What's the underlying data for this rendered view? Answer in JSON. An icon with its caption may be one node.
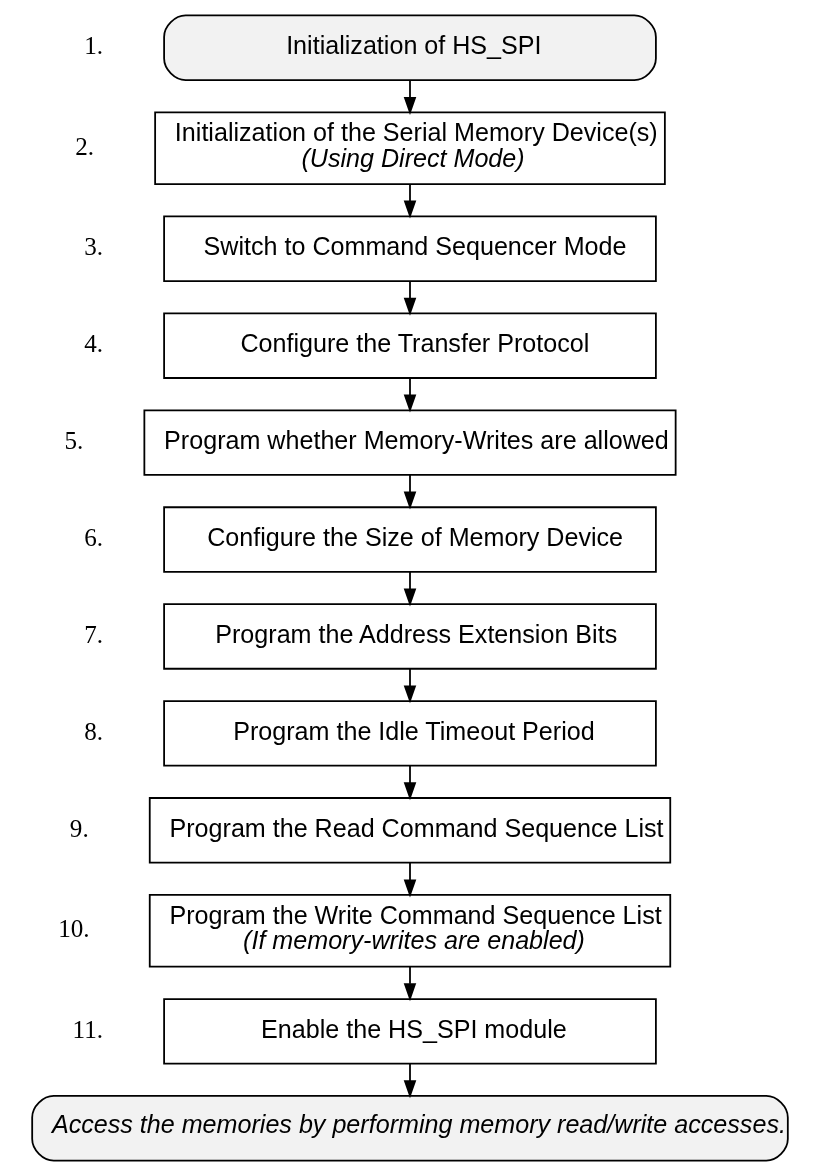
{
  "diagram": {
    "nodes": [
      {
        "text": [
          "Initialization of HS_SPI"
        ],
        "beside": [
          "1."
        ]
      },
      {
        "text": [
          "Initialization of the Serial Memory Device(s)",
          "(Using Direct Mode)"
        ],
        "beside": [
          "2."
        ]
      },
      {
        "text": [
          "Switch to Command Sequencer Mode"
        ],
        "beside": [
          "3."
        ]
      },
      {
        "text": [
          "Configure the Transfer Protocol"
        ],
        "beside": [
          "4."
        ]
      },
      {
        "text": [
          "Program whether Memory-Writes are allowed"
        ],
        "beside": [
          "5."
        ]
      },
      {
        "text": [
          "Configure the Size of Memory Device"
        ],
        "beside": [
          "6."
        ]
      },
      {
        "text": [
          "Program the Address Extension Bits"
        ],
        "beside": [
          "7."
        ]
      },
      {
        "text": [
          "Program the Idle Timeout Period"
        ],
        "beside": [
          "8."
        ]
      },
      {
        "text": [
          "Program the Read Command Sequence List"
        ],
        "beside": [
          "9."
        ]
      },
      {
        "text": [
          "Program the Write Command Sequence List",
          "(If memory-writes are enabled)"
        ],
        "beside": [
          "10."
        ]
      },
      {
        "text": [
          "Enable the HS_SPI module"
        ],
        "beside": [
          "11."
        ]
      },
      {
        "text": [
          "Access the memories by performing memory read/write accesses."
        ]
      }
    ],
    "edges": [
      {
        "from": 0,
        "to": 1,
        "arrow": "to"
      },
      {
        "from": 1,
        "to": 2,
        "arrow": "to"
      },
      {
        "from": 2,
        "to": 3,
        "arrow": "to"
      },
      {
        "from": 3,
        "to": 4,
        "arrow": "to"
      },
      {
        "from": 4,
        "to": 5,
        "arrow": "to"
      },
      {
        "from": 5,
        "to": 6,
        "arrow": "to"
      },
      {
        "from": 6,
        "to": 7,
        "arrow": "to"
      },
      {
        "from": 7,
        "to": 8,
        "arrow": "to"
      },
      {
        "from": 8,
        "to": 9,
        "arrow": "to"
      },
      {
        "from": 9,
        "to": 10,
        "arrow": "to"
      },
      {
        "from": 10,
        "to": 11,
        "arrow": "to"
      }
    ]
  }
}
